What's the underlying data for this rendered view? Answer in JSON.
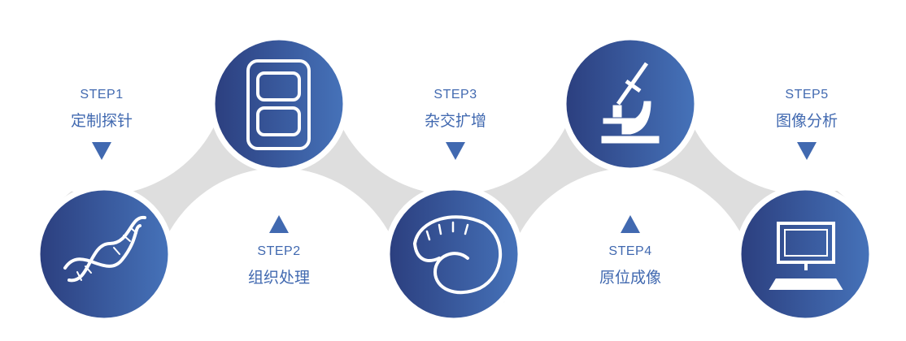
{
  "steps": [
    {
      "num": "STEP1",
      "name": "定制探针",
      "icon": "dna-icon"
    },
    {
      "num": "STEP2",
      "name": "组织处理",
      "icon": "slide-icon"
    },
    {
      "num": "STEP3",
      "name": "杂交扩增",
      "icon": "brain-tissue-icon"
    },
    {
      "num": "STEP4",
      "name": "原位成像",
      "icon": "microscope-icon"
    },
    {
      "num": "STEP5",
      "name": "图像分析",
      "icon": "computer-icon"
    }
  ],
  "colors": {
    "circle_dark": "#2b3e7e",
    "circle_light": "#4673ba",
    "connector": "#dedede",
    "text": "#4169b0"
  }
}
